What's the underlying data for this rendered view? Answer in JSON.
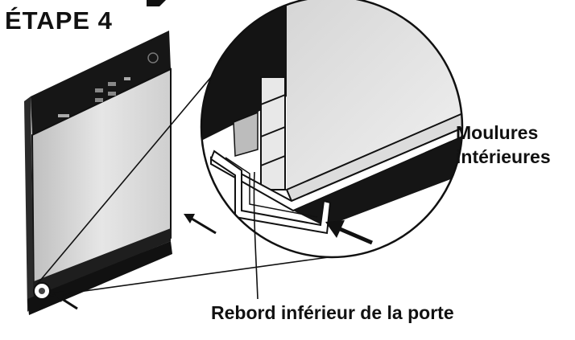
{
  "step": {
    "title": "ÉTAPE 4"
  },
  "callouts": {
    "inner_trim_line1": "Moulures",
    "inner_trim_line2": "intérieures",
    "door_bottom_edge": "Rebord inférieur de la porte"
  },
  "colors": {
    "ink": "#111111",
    "panel_light": "#d9d9d9",
    "panel_mid": "#bdbdbd",
    "background": "#ffffff"
  },
  "icons": {
    "door_arrow": "arrow-icon",
    "trim_arrow": "arrow-icon",
    "corner_arrow": "arrow-icon"
  }
}
